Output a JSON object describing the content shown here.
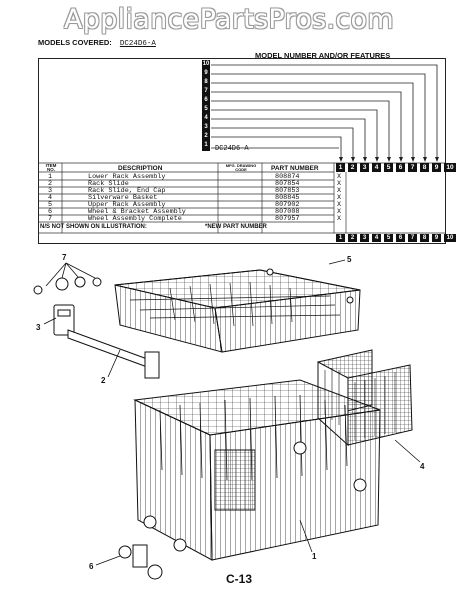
{
  "watermark": "AppliancePartsPros.com",
  "header": {
    "models_covered_label": "MODELS COVERED:",
    "models_covered_value": "DC24D6-A",
    "model_number_features": "MODEL NUMBER AND/OR FEATURES"
  },
  "feature_numbers": [
    "10",
    "9",
    "8",
    "7",
    "6",
    "5",
    "4",
    "3",
    "2",
    "1"
  ],
  "model_row_label": "DC24D6-A",
  "table": {
    "headers": {
      "item": "ITEM NO.",
      "description": "DESCRIPTION",
      "mfg_code": "MFG. DRAWING CODE",
      "part_number": "PART NUMBER"
    },
    "column_numbers": [
      "1",
      "2",
      "3",
      "4",
      "5",
      "6",
      "7",
      "8",
      "9",
      "10"
    ],
    "rows": [
      {
        "item": "1",
        "description": "Lower Rack Assembly",
        "part": "808874",
        "mark": "X"
      },
      {
        "item": "2",
        "description": "Rack Slide",
        "part": "807854",
        "mark": "X"
      },
      {
        "item": "3",
        "description": "Rack Slide, End Cap",
        "part": "807853",
        "mark": "X"
      },
      {
        "item": "4",
        "description": "Silverware Basket",
        "part": "808845",
        "mark": "X"
      },
      {
        "item": "5",
        "description": "Upper Rack Assembly",
        "part": "807902",
        "mark": "X"
      },
      {
        "item": "6",
        "description": "Wheel & Bracket Assembly",
        "part": "807008",
        "mark": "X"
      },
      {
        "item": "7",
        "description": "Wheel Assembly Complete",
        "part": "807957",
        "mark": "X"
      }
    ]
  },
  "notes": {
    "ns": "N/S NOT SHOWN ON ILLUSTRATION:",
    "new_part": "*NEW PART NUMBER"
  },
  "callouts": [
    "7",
    "5",
    "3",
    "2",
    "4",
    "1",
    "6"
  ],
  "page_label": "C-13"
}
